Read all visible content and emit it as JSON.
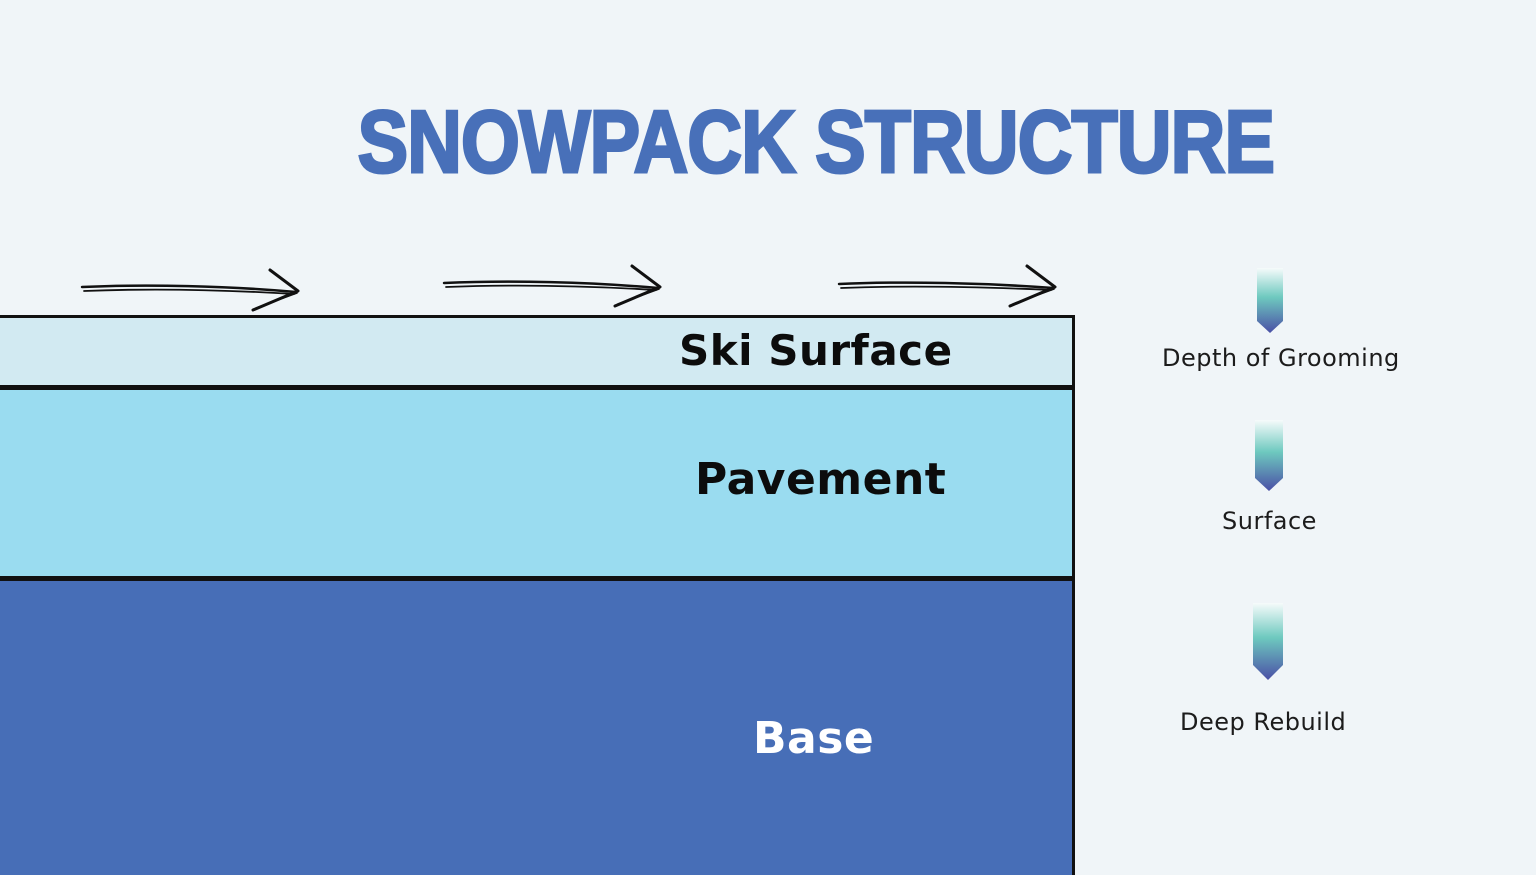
{
  "title": "SNOWPACK STRUCTURE",
  "colors": {
    "background": "#f0f5f8",
    "title": "#4870b9",
    "ski_surface": "#d2eaf2",
    "pavement": "#9adcf0",
    "base": "#476eb7",
    "border": "#111111",
    "marker_top": "#f4fbfb",
    "marker_mid": "#6ec9bf",
    "marker_bottom": "#4a52a8"
  },
  "flow_arrows": [
    {
      "icon": "hand-drawn-arrow-right-icon"
    },
    {
      "icon": "hand-drawn-arrow-right-icon"
    },
    {
      "icon": "hand-drawn-arrow-right-icon"
    }
  ],
  "layers": [
    {
      "name": "ski-surface",
      "label": "Ski Surface"
    },
    {
      "name": "pavement",
      "label": "Pavement"
    },
    {
      "name": "base",
      "label": "Base"
    }
  ],
  "depth_markers": [
    {
      "icon": "gradient-arrow-down-icon",
      "label": "Depth of Grooming"
    },
    {
      "icon": "gradient-arrow-down-icon",
      "label": "Surface"
    },
    {
      "icon": "gradient-arrow-down-icon",
      "label": "Deep Rebuild"
    }
  ]
}
